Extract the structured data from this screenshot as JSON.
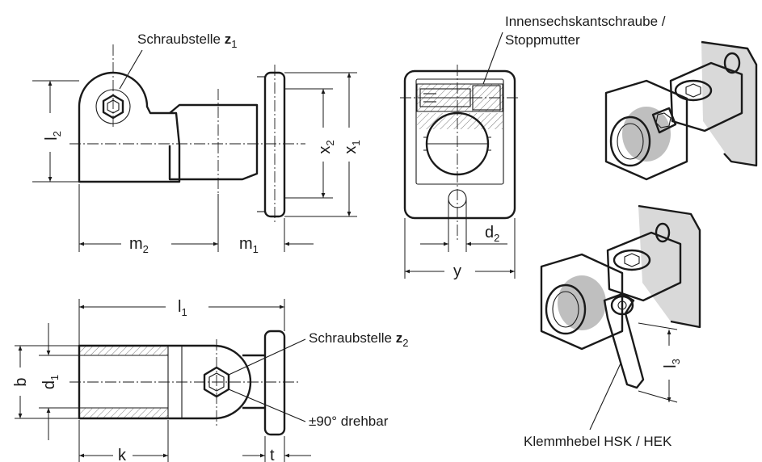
{
  "labels": {
    "screw_point_z1_text": "Schraubstelle ",
    "screw_point_z1_var": "z",
    "screw_point_z1_sub": "1",
    "screw_point_z2_text": "Schraubstelle ",
    "screw_point_z2_var": "z",
    "screw_point_z2_sub": "2",
    "hex_socket_line1": "Innensechskantschraube /",
    "hex_socket_line2": "Stoppmutter",
    "rotatable": "±90° drehbar",
    "clamp_lever": "Klemmhebel HSK / HEK"
  },
  "dimensions": {
    "l2": {
      "base": "l",
      "sub": "2"
    },
    "x2": {
      "base": "x",
      "sub": "2"
    },
    "x1": {
      "base": "x",
      "sub": "1"
    },
    "m2": {
      "base": "m",
      "sub": "2"
    },
    "m1": {
      "base": "m",
      "sub": "1"
    },
    "d2": {
      "base": "d",
      "sub": "2"
    },
    "y": {
      "base": "y"
    },
    "l1": {
      "base": "l",
      "sub": "1"
    },
    "b": {
      "base": "b"
    },
    "d1": {
      "base": "d",
      "sub": "1"
    },
    "k": {
      "base": "k"
    },
    "t": {
      "base": "t"
    },
    "l3": {
      "base": "l",
      "sub": "3"
    }
  }
}
